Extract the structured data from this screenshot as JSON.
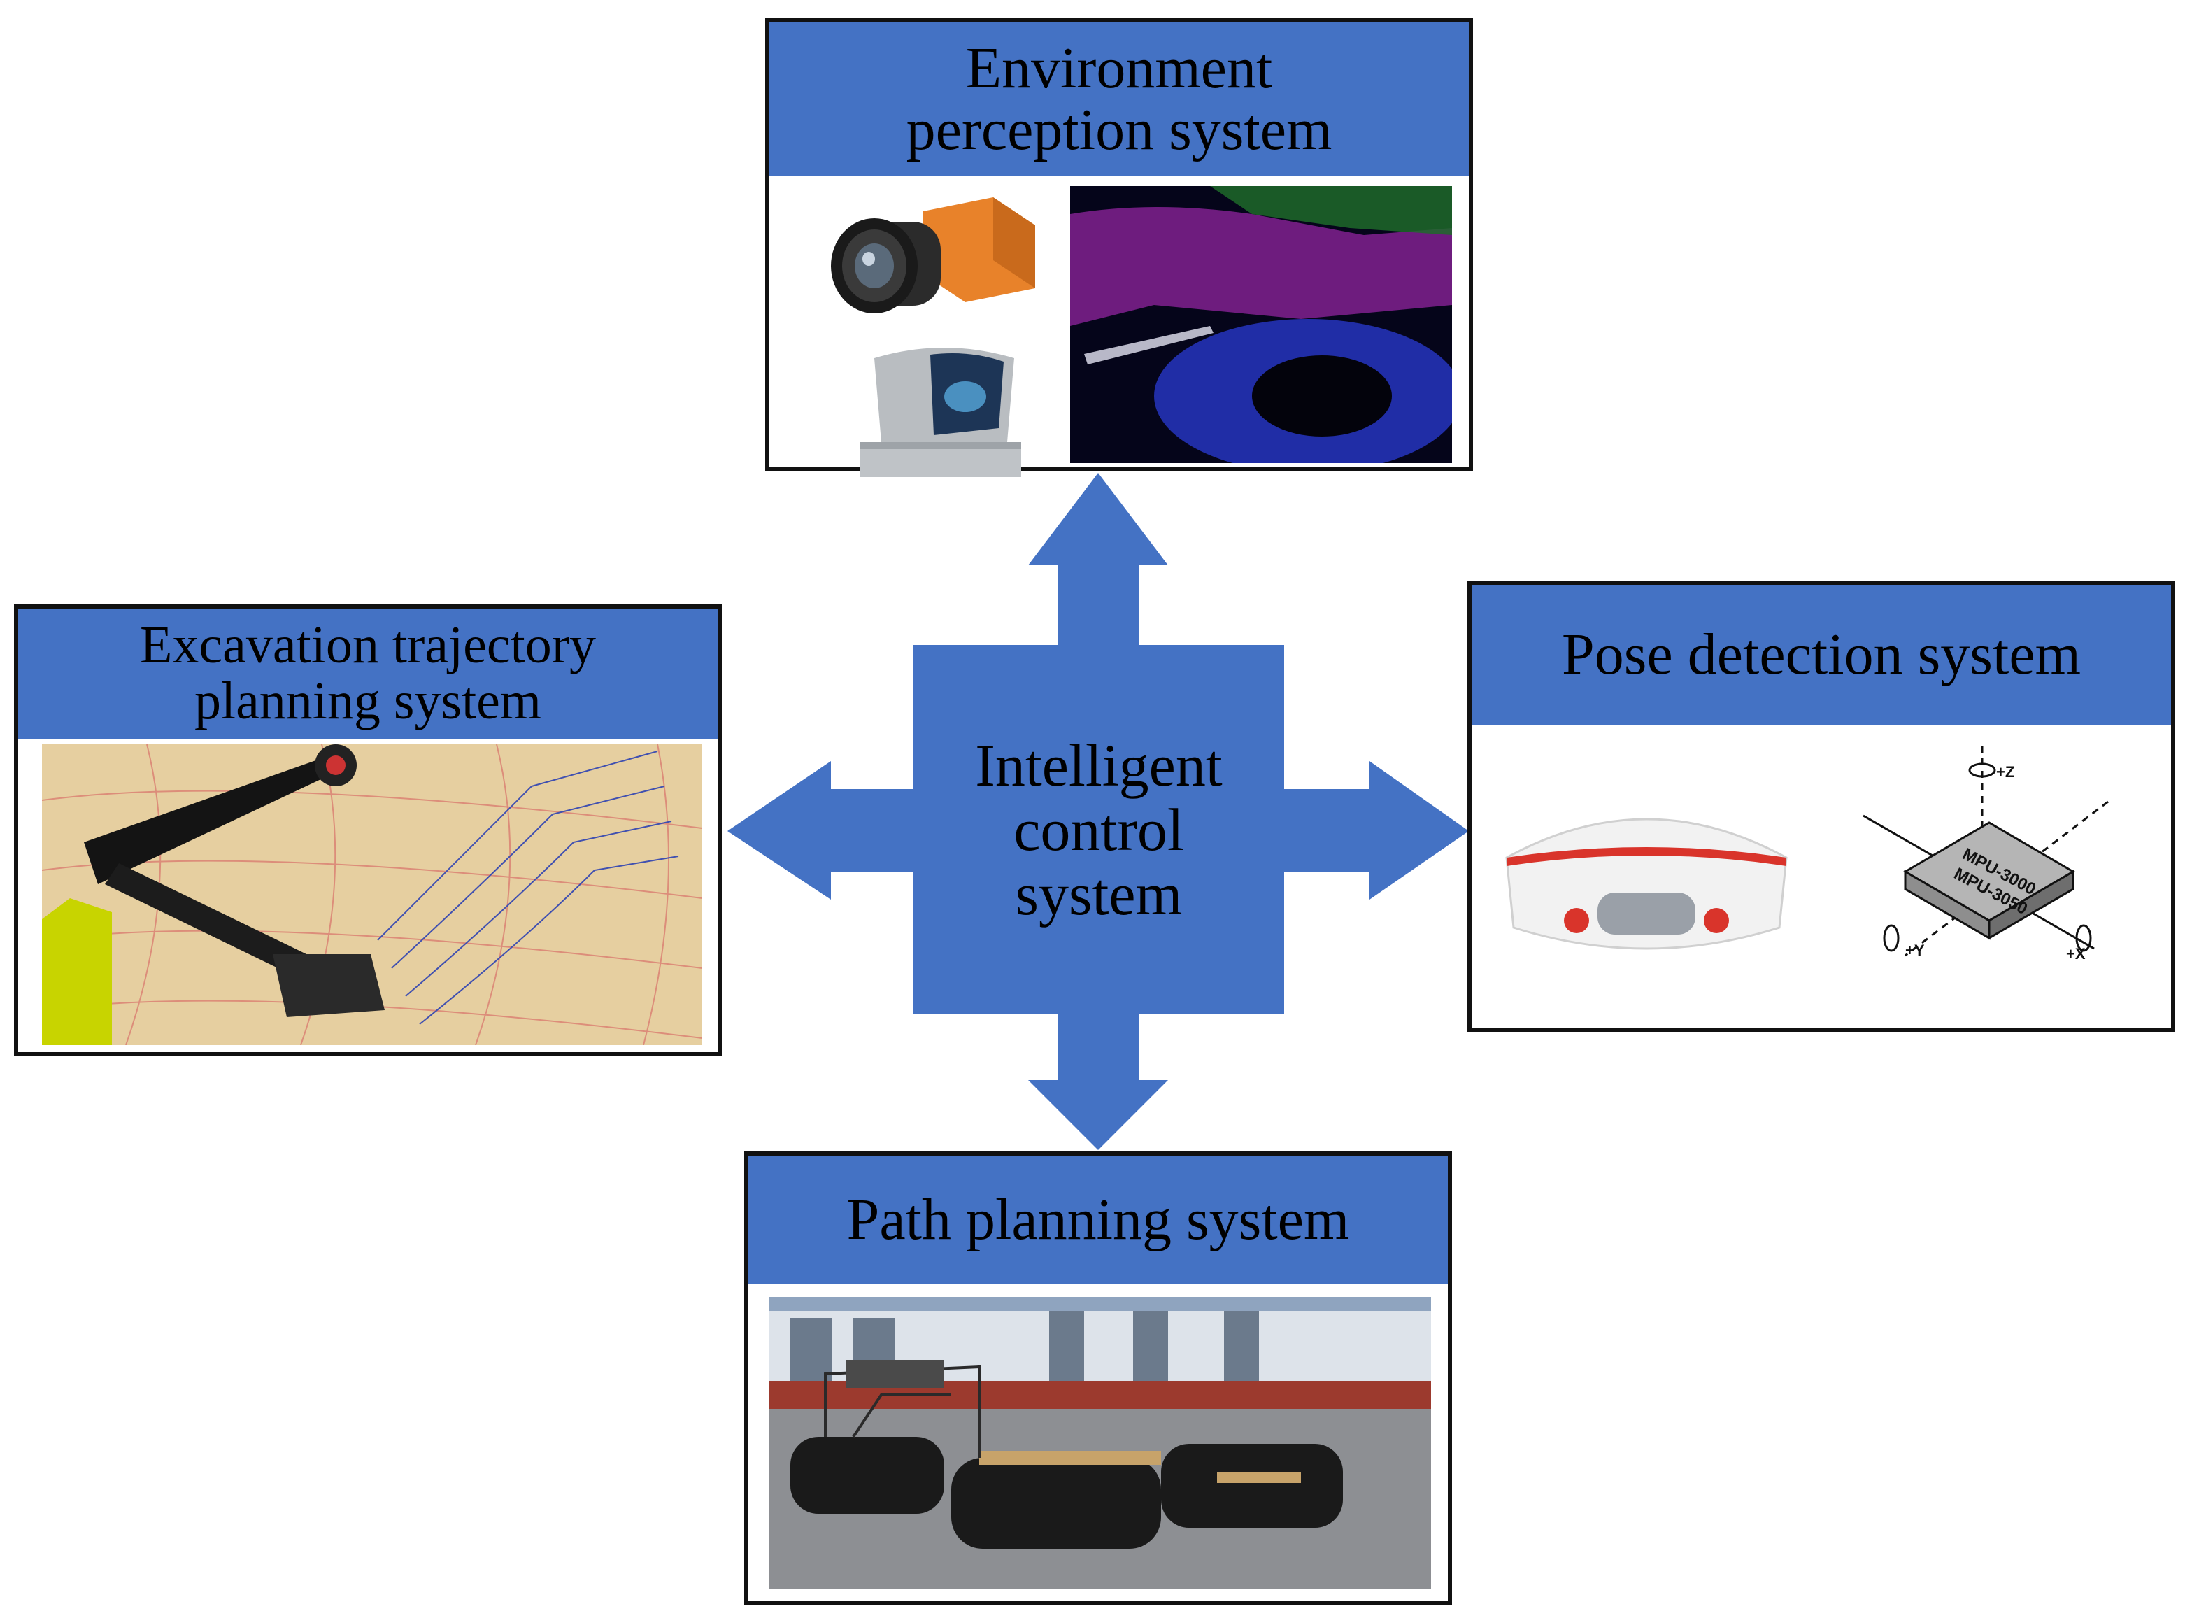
{
  "colors": {
    "accent_blue": "#4472C4",
    "border": "#111111",
    "background": "#ffffff",
    "orange_camera": "#E8822A",
    "receiver_red": "#D9342B"
  },
  "center": {
    "title_lines": [
      "Intelligent",
      "control",
      "system"
    ]
  },
  "panels": {
    "environment": {
      "title_lines": [
        "Environment",
        "perception system"
      ],
      "images": [
        "camera-image",
        "lidar-sensor-image",
        "point-cloud-scan-image"
      ]
    },
    "pose": {
      "title_lines": [
        "Pose detection system"
      ],
      "images": [
        "gnss-receiver-image",
        "imu-module-image"
      ],
      "imu_labels": {
        "chip_line1": "MPU-3000",
        "chip_line2": "MPU-3050",
        "axis_z": "+Z",
        "axis_y": "+Y",
        "axis_x": "+X"
      }
    },
    "excavation": {
      "title_lines": [
        "Excavation trajectory",
        "planning system"
      ],
      "images": [
        "excavator-trajectory-image"
      ]
    },
    "path": {
      "title_lines": [
        "Path planning system"
      ],
      "images": [
        "tracked-vehicle-image"
      ]
    }
  },
  "arrows": [
    "arrow-up",
    "arrow-down",
    "arrow-left",
    "arrow-right"
  ]
}
